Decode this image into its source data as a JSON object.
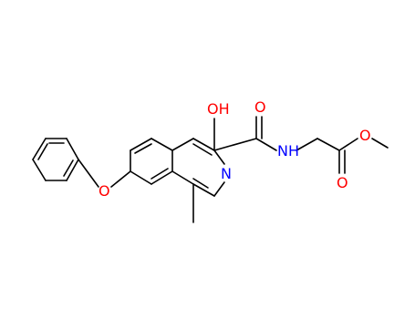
{
  "molecule": {
    "labels": {
      "oh": "OH",
      "amide_o": "O",
      "ring_n": "N",
      "nh": "NH",
      "ester_o_carbonyl": "O",
      "ester_o": "O",
      "ether_o": "O"
    },
    "colors": {
      "bond": "#000000",
      "oxygen": "#ff0000",
      "nitrogen": "#0000ff"
    }
  }
}
